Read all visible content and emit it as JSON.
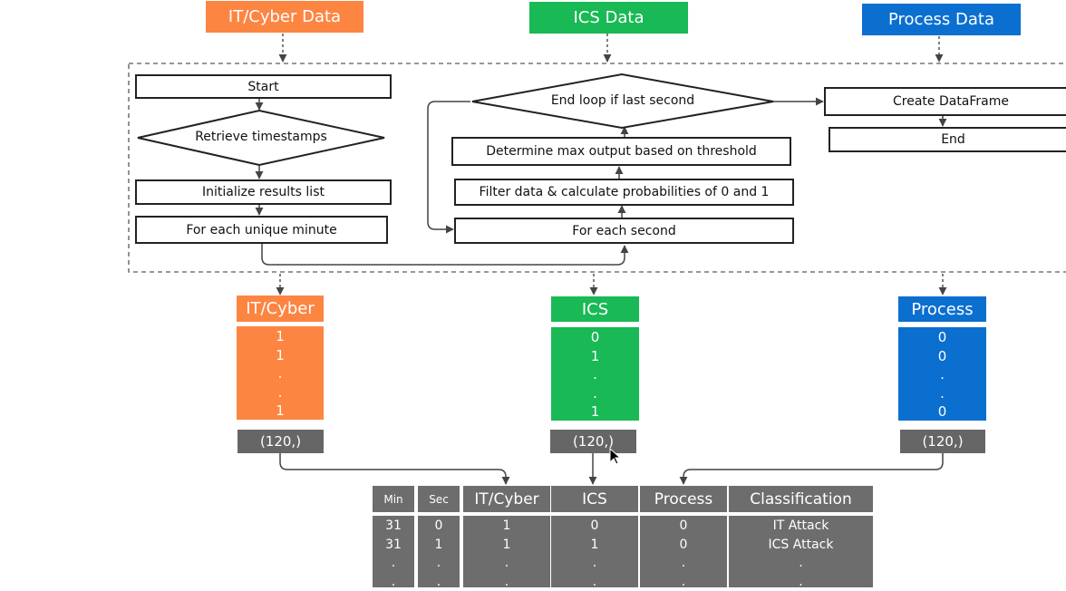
{
  "headers": {
    "it_cyber": "IT/Cyber Data",
    "ics": "ICS Data",
    "process": "Process Data"
  },
  "flow_left": {
    "start": "Start",
    "retrieve": "Retrieve timestamps",
    "init": "Initialize results list",
    "each_minute": "For each unique minute"
  },
  "flow_middle": {
    "end_loop": "End loop if last second",
    "max_output": "Determine max output based on threshold",
    "filter": "Filter data & calculate probabilities of 0 and 1",
    "each_second": "For each second"
  },
  "flow_right": {
    "create_df": "Create DataFrame",
    "end": "End"
  },
  "columns": {
    "it_cyber": {
      "title": "IT/Cyber",
      "values": [
        "1",
        "1",
        ".",
        ".",
        "1"
      ],
      "shape": "(120,)"
    },
    "ics": {
      "title": "ICS",
      "values": [
        "0",
        "1",
        ".",
        ".",
        "1"
      ],
      "shape": "(120,)"
    },
    "process": {
      "title": "Process",
      "values": [
        "0",
        "0",
        ".",
        ".",
        "0"
      ],
      "shape": "(120,)"
    }
  },
  "table": {
    "headers": [
      "Min",
      "Sec",
      "IT/Cyber",
      "ICS",
      "Process",
      "Classification"
    ],
    "columns": [
      [
        "31",
        "31",
        ".",
        "."
      ],
      [
        "0",
        "1",
        ".",
        "."
      ],
      [
        "1",
        "1",
        ".",
        "."
      ],
      [
        "0",
        "1",
        ".",
        "."
      ],
      [
        "0",
        "0",
        ".",
        "."
      ],
      [
        "IT Attack",
        "ICS Attack",
        ".",
        "."
      ]
    ]
  },
  "colors": {
    "it_cyber": "#fd8542",
    "ics": "#19b955",
    "process": "#0b6fd0",
    "gray": "#666666"
  }
}
